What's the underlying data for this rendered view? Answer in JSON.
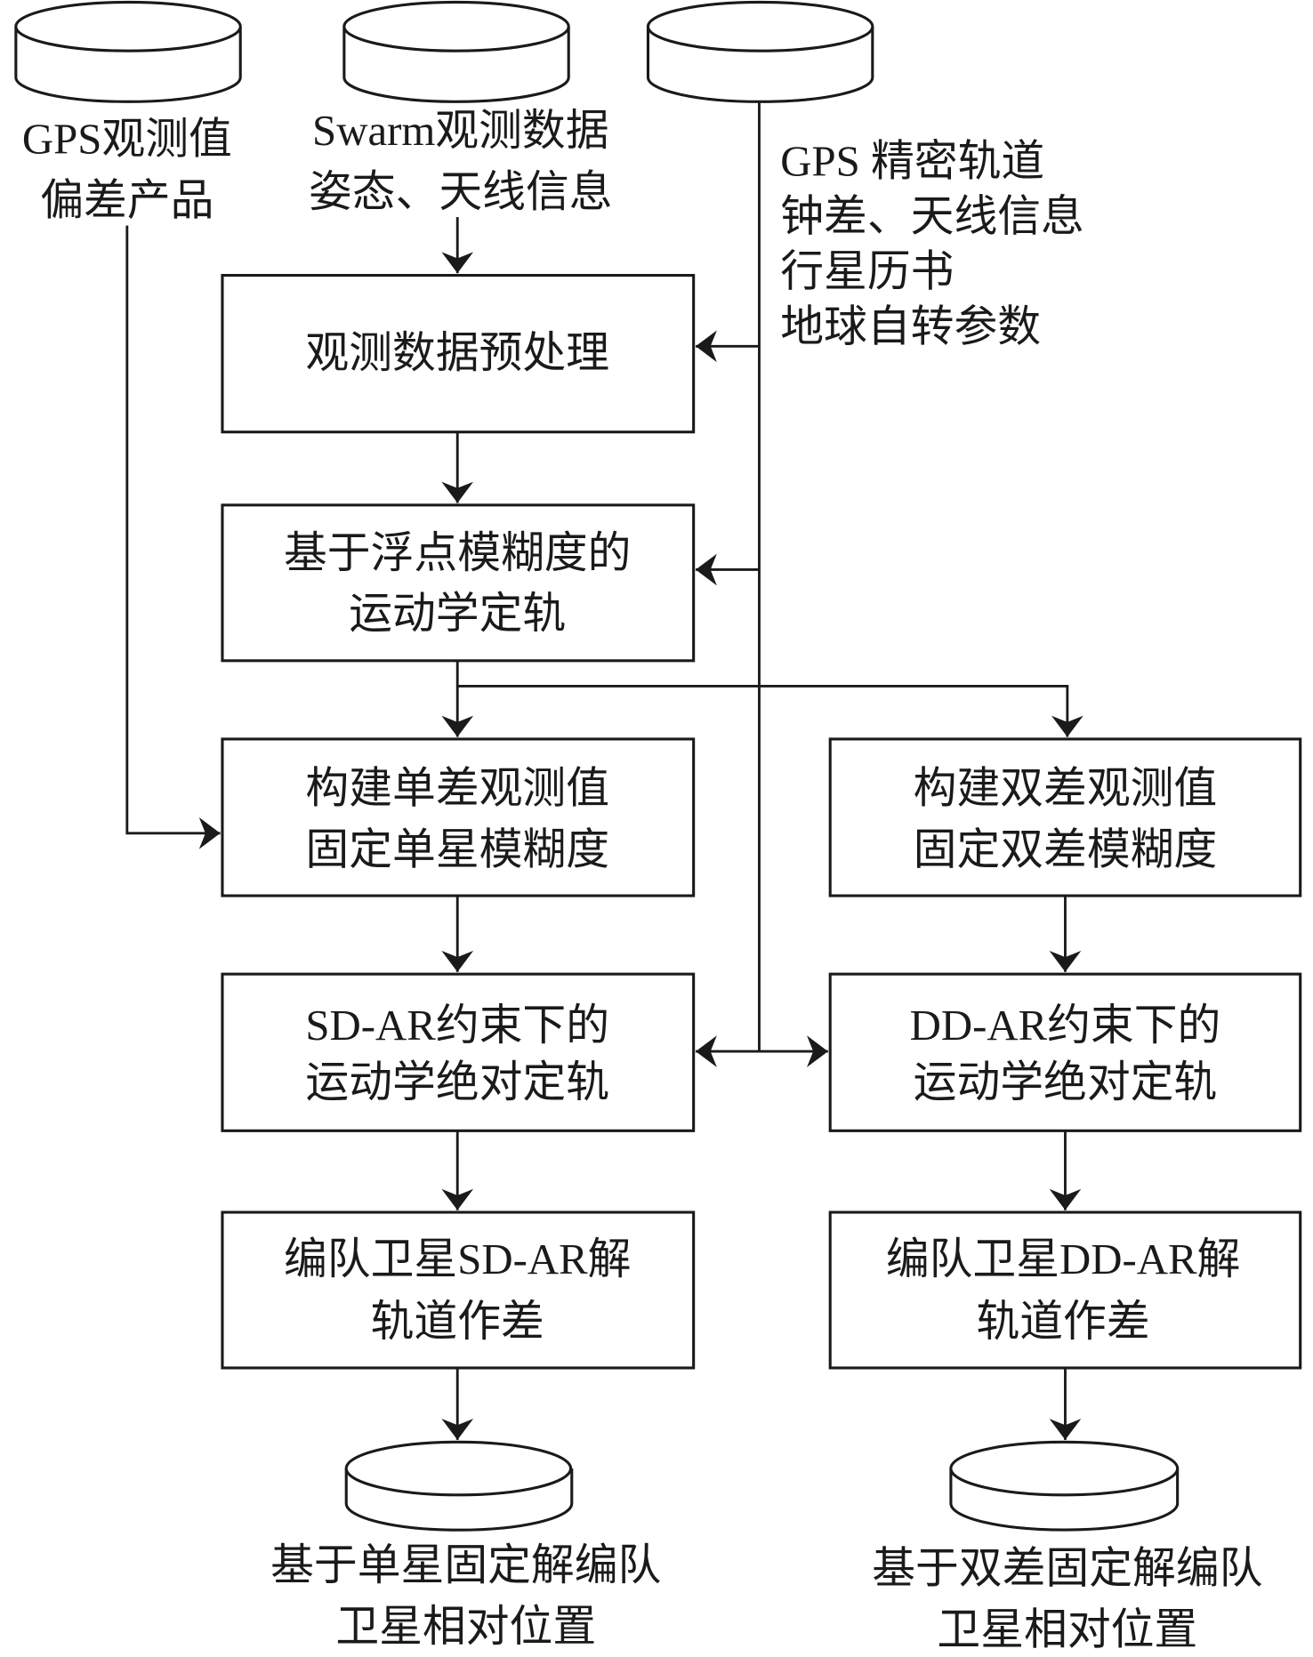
{
  "diagram": {
    "inputs": {
      "gps_obs": [
        "GPS观测值",
        "偏差产品"
      ],
      "swarm": [
        "Swarm观测数据",
        "姿态、天线信息"
      ],
      "gps_products": [
        "GPS 精密轨道",
        "钟差、天线信息",
        "行星历书",
        "地球自转参数"
      ]
    },
    "boxes": {
      "preprocess": [
        "观测数据预处理"
      ],
      "float_pod": [
        "基于浮点模糊度的",
        "运动学定轨"
      ],
      "sd_build": [
        "构建单差观测值",
        "固定单星模糊度"
      ],
      "dd_build": [
        "构建双差观测值",
        "固定双差模糊度"
      ],
      "sd_pod": [
        "SD-AR约束下的",
        "运动学绝对定轨"
      ],
      "dd_pod": [
        "DD-AR约束下的",
        "运动学绝对定轨"
      ],
      "sd_diff": [
        "编队卫星SD-AR解",
        "轨道作差"
      ],
      "dd_diff": [
        "编队卫星DD-AR解",
        "轨道作差"
      ]
    },
    "outputs": {
      "sd_result": [
        "基于单星固定解编队",
        "卫星相对位置"
      ],
      "dd_result": [
        "基于双差固定解编队",
        "卫星相对位置"
      ]
    }
  }
}
